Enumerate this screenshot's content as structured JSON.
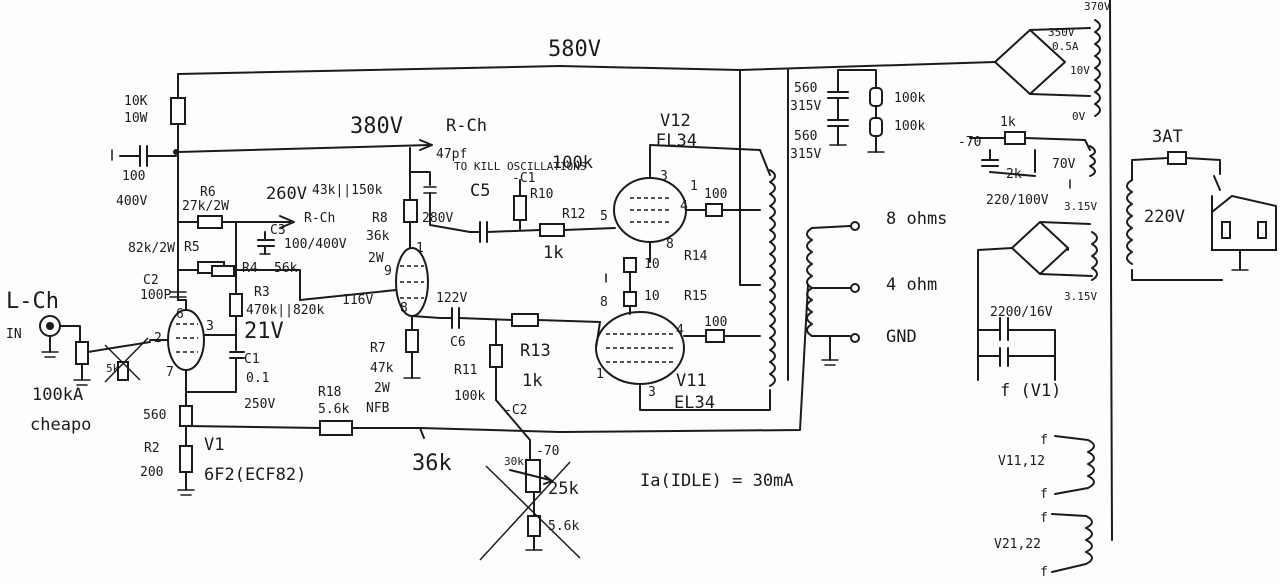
{
  "labels": {
    "b580": "580V",
    "b380": "380V",
    "rch_top": "R-Ch",
    "cap47": "47pf",
    "kill_osc": "TO KILL OSCILLATIONS",
    "c1_minus": "-C1",
    "r100k_a": "100k",
    "r10k": "10K",
    "r10w": "10W",
    "c100": "100",
    "c400v": "400V",
    "v260": "260V",
    "r43k": "43k||150k",
    "rch2": "R-Ch",
    "r8": "R8",
    "v280": "280V",
    "c5": "C5",
    "r10": "R10",
    "r12": "R12",
    "r1k_a": "1k",
    "p5": "5",
    "r6": "R6",
    "r6v": "27k/2W",
    "c3": "C3",
    "c3v": "100/400V",
    "r36k": "36k",
    "r2w": "2W",
    "p9": "9",
    "r5": "R5",
    "r5v": "82k/2W",
    "r4": "R4",
    "r4v": "56k",
    "c2": "C2",
    "c2v": "100P",
    "r3": "R3",
    "r3v": "470k||820k",
    "v116": "116V",
    "v21": "21V",
    "p6": "6",
    "p2": "2",
    "p3": "3",
    "p7": "7",
    "p1": "1",
    "p8a": "8",
    "lch": "L-Ch",
    "in": "IN",
    "c1": "C1",
    "c1v": "0.1",
    "c1vv": "250V",
    "r5k": "5k",
    "pot": "100kA",
    "cheapo": "cheapo",
    "r560": "560",
    "r2": "R2",
    "r200": "200",
    "v1": "V1",
    "tube1": "6F2(ECF82)",
    "r18": "R18",
    "r18v": "5.6k",
    "r7": "R7",
    "r7v": "47k",
    "r7w": "2W",
    "nfb": "NFB",
    "r36k2": "36k",
    "v122": "122V",
    "c6": "C6",
    "r11": "R11",
    "r11v": "100k",
    "r13": "R13",
    "r13v": "1k",
    "c2m": "-C2",
    "minus70": "-70",
    "r30k": "30k",
    "r25k": "25k",
    "r56k": "5.6k",
    "ia": "Ia(IDLE) = 30mA",
    "v12": "V12",
    "el34a": "EL34",
    "p3a": "3",
    "p1a": "1",
    "p4a": "4",
    "p8b": "8",
    "r100a": "100",
    "r10b": "10",
    "r14": "R14",
    "r10c": "10",
    "r15": "R15",
    "p8c": "8",
    "p4b": "4",
    "r100b": "100",
    "p1b": "1",
    "p3b": "3",
    "v11": "V11",
    "el34b": "EL34",
    "o8": "8 ohms",
    "o4": "4 ohm",
    "gnd": "GND",
    "c560a": "560",
    "c315a": "315V",
    "c560b": "560",
    "c315b": "315V",
    "r100ka": "100k",
    "r100kb": "100k",
    "t370": "370V",
    "t350": "350V",
    "t05a": "0.5A",
    "t10": "10V",
    "t0": "0V",
    "r1k": "1k",
    "m70": "-70",
    "r2k": "2k",
    "c220": "220/100V",
    "t70": "70V",
    "t315a": "3.15V",
    "c2200": "2200/16V",
    "t315b": "3.15V",
    "fv1": "f (V1)",
    "fuse": "3AT",
    "mains": "220V",
    "f1": "f",
    "v1112": "V11,12",
    "f2": "f",
    "f3": "f",
    "v2122": "V21,22",
    "f4": "f"
  }
}
